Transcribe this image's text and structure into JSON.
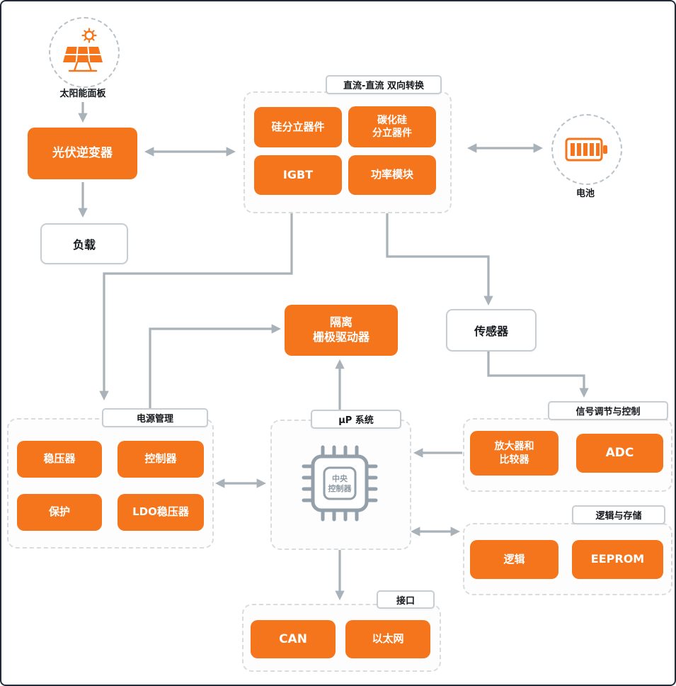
{
  "colors": {
    "accent_orange": "#F4751C",
    "arrow_gray": "#A9B2B8",
    "frame_border": "#232B3A"
  },
  "solar": {
    "caption": "太阳能面板"
  },
  "battery": {
    "caption": "电池"
  },
  "pv_inverter": {
    "label": "光伏逆变器"
  },
  "load": {
    "label": "负载"
  },
  "sensor": {
    "label": "传感器"
  },
  "gate_driver": {
    "line1": "隔离",
    "line2": "栅极驱动器"
  },
  "dcdc_group": {
    "title": "直流-直流 双向转换",
    "si_discrete": "硅分立器件",
    "sic_line1": "碳化硅",
    "sic_line2": "分立器件",
    "igbt": "IGBT",
    "power_module": "功率模块"
  },
  "power_mgmt_group": {
    "title": "电源管理",
    "regulator": "稳压器",
    "controller": "控制器",
    "protection": "保护",
    "ldo": "LDO稳压器"
  },
  "mcu_group": {
    "title": "μP 系统",
    "chip_line1": "中央",
    "chip_line2": "控制器"
  },
  "signal_group": {
    "title": "信号调节与控制",
    "amp_line1": "放大器和",
    "amp_line2": "比较器",
    "adc": "ADC"
  },
  "logic_group": {
    "title": "逻辑与存储",
    "logic": "逻辑",
    "eeprom": "EEPROM"
  },
  "interface_group": {
    "title": "接口",
    "can": "CAN",
    "ethernet": "以太网"
  }
}
